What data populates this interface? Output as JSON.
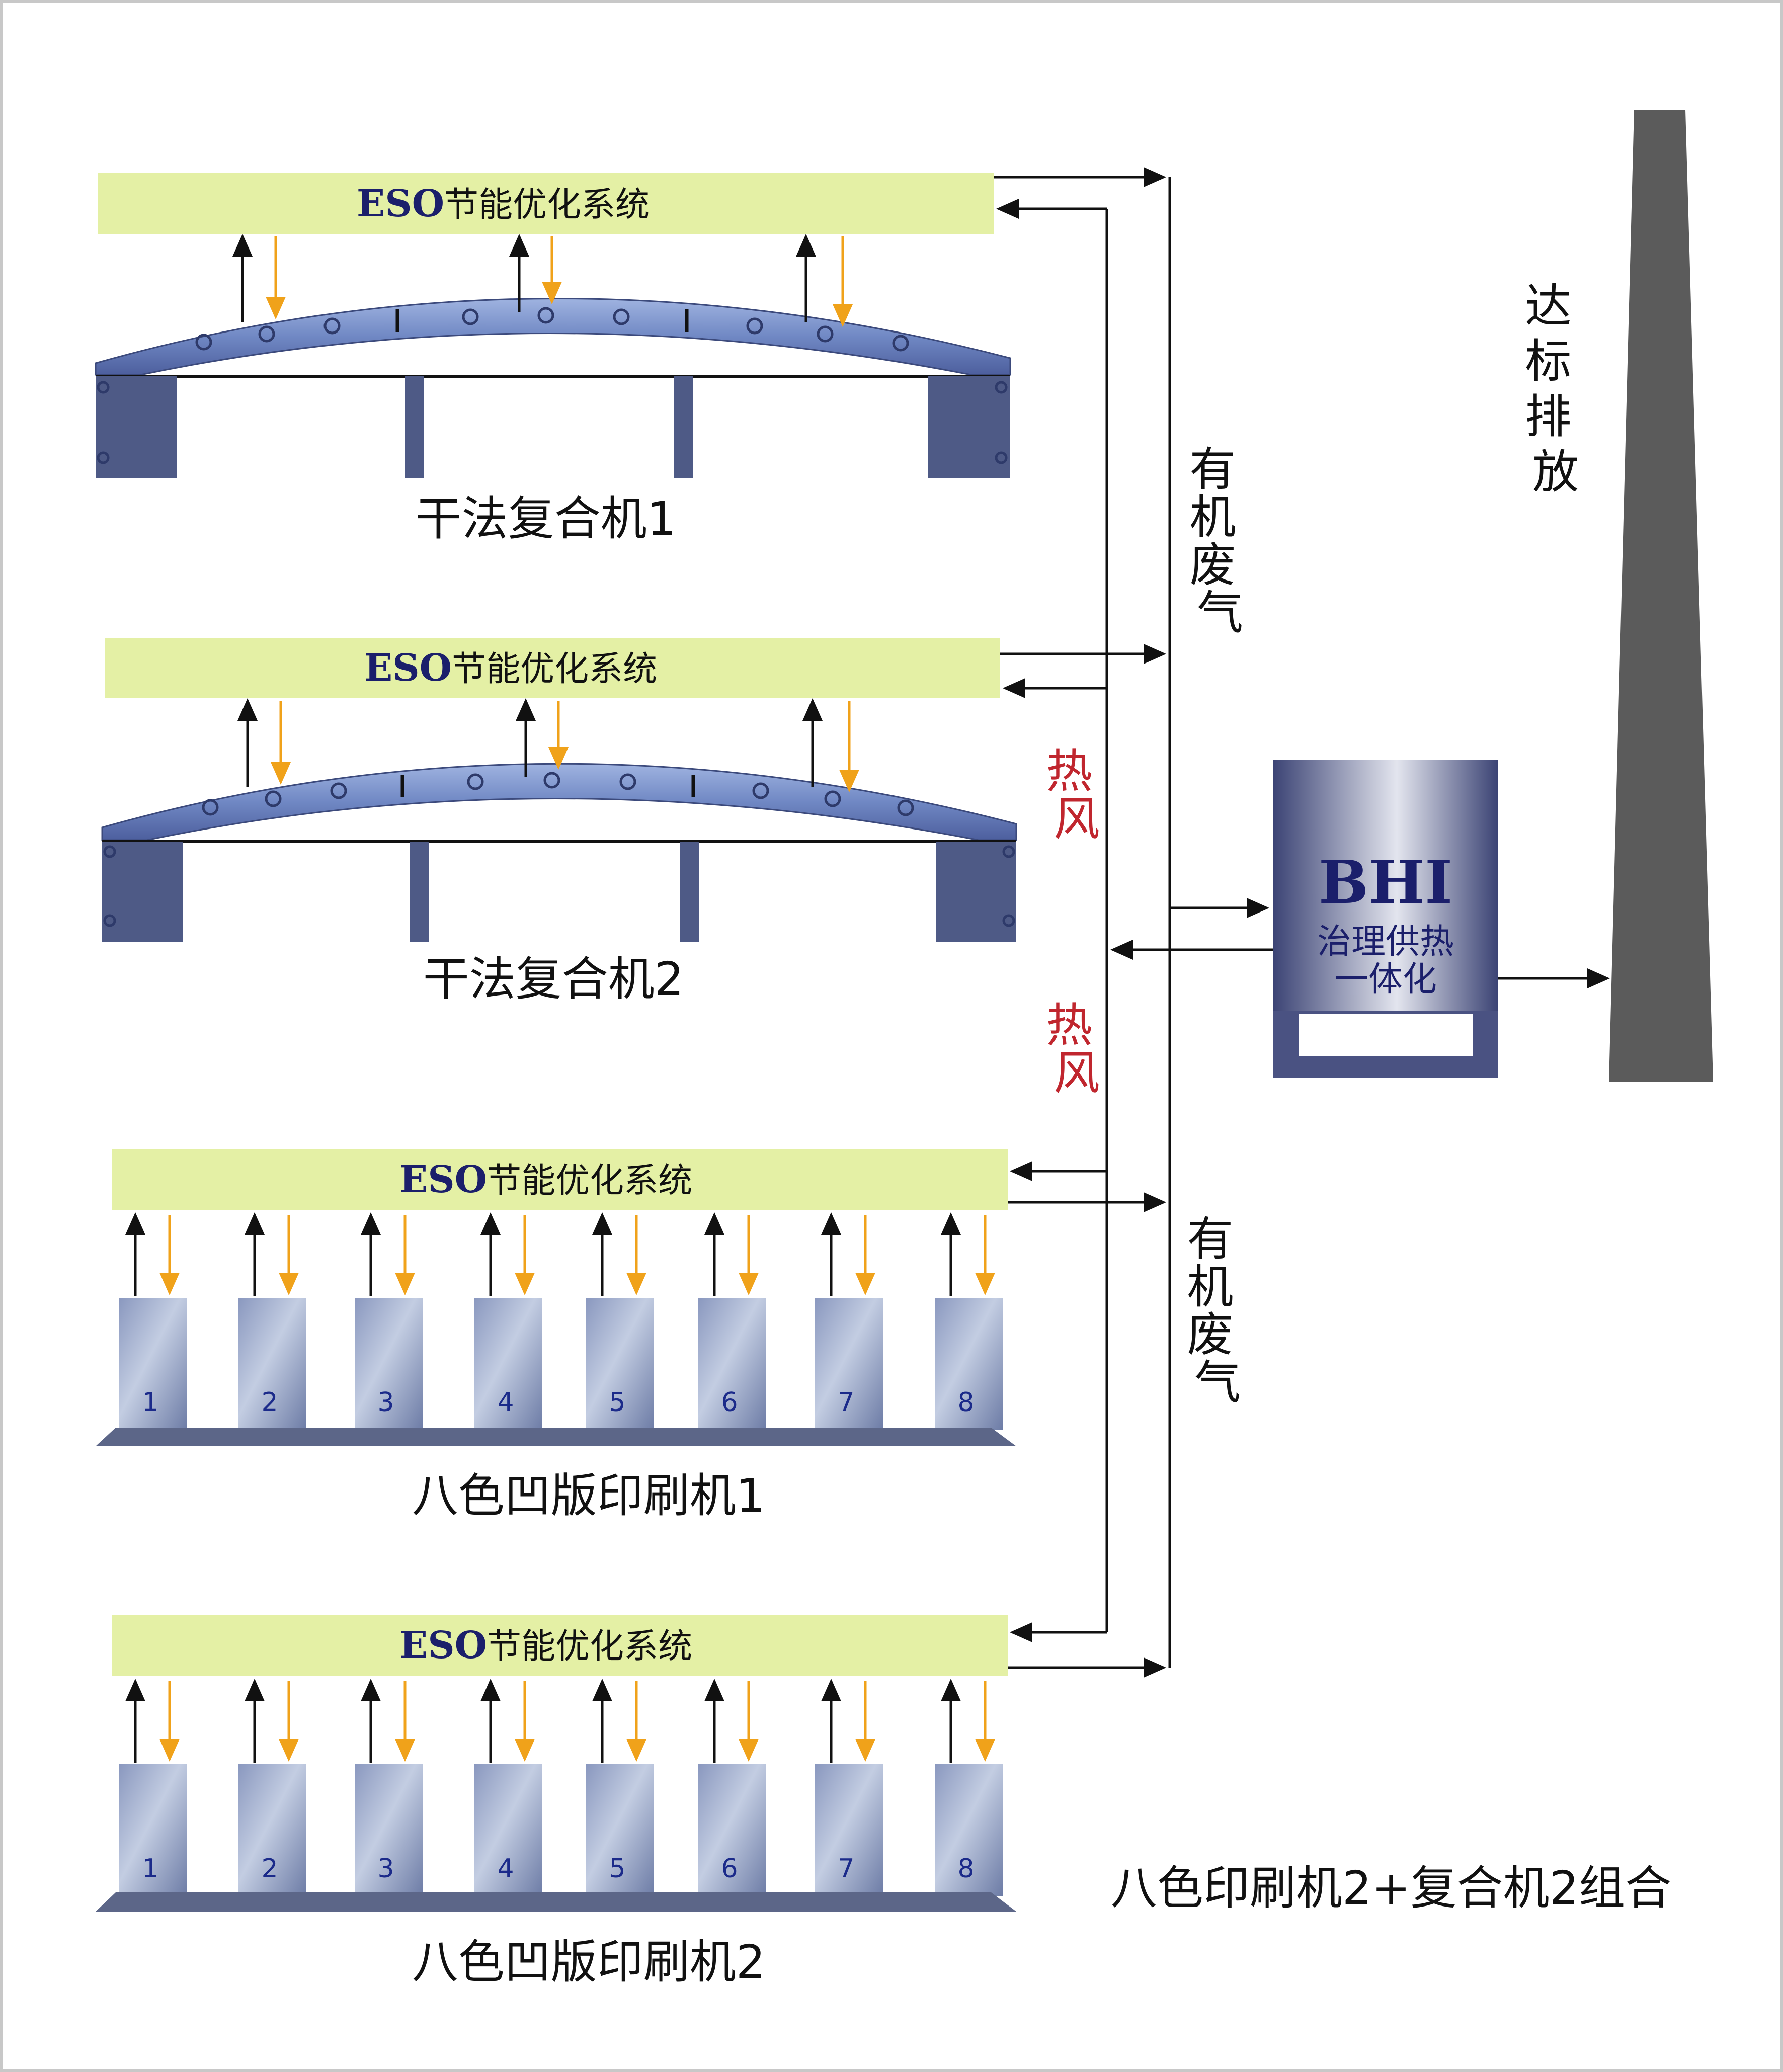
{
  "colors": {
    "eso_bar": "#e4f0a5",
    "machine_steel": "#4e5a86",
    "exhaust_arrow": "#111111",
    "hot_air_arrow": "#f0a21a",
    "hot_air_label": "#c0262e",
    "chimney": "#5b5b5b",
    "bhi_brand": "#1b1f6b"
  },
  "eso_prefix": "ESO",
  "eso_suffix": "节能优化系统",
  "machines": [
    {
      "label": "干法复合机1",
      "type": "laminator"
    },
    {
      "label": "干法复合机2",
      "type": "laminator"
    },
    {
      "label": "八色凹版印刷机1",
      "type": "press",
      "units": [
        "1",
        "2",
        "3",
        "4",
        "5",
        "6",
        "7",
        "8"
      ]
    },
    {
      "label": "八色凹版印刷机2",
      "type": "press",
      "units": [
        "1",
        "2",
        "3",
        "4",
        "5",
        "6",
        "7",
        "8"
      ]
    }
  ],
  "flow_labels": {
    "organic_exhaust_upper": [
      "有",
      "机",
      "废",
      "气"
    ],
    "organic_exhaust_lower": [
      "有",
      "机",
      "废",
      "气"
    ],
    "hot_air_upper": [
      "热",
      "风"
    ],
    "hot_air_lower": [
      "热",
      "风"
    ]
  },
  "bhi": {
    "brand": "BHI",
    "line1": "治理供热",
    "line2": "一体化"
  },
  "chimney_label": [
    "达",
    "标",
    "排",
    "放"
  ],
  "combo_note": "八色印刷机2+复合机2组合",
  "icons": [
    "arrowhead-icon",
    "roller-icon",
    "chimney-icon"
  ]
}
